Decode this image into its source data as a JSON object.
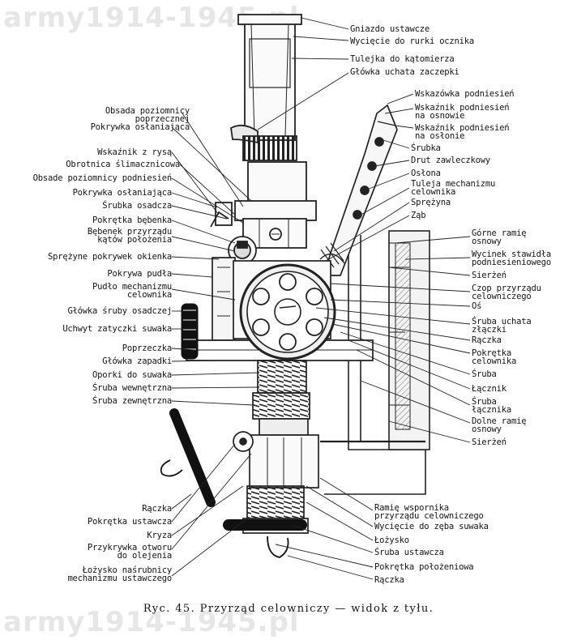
{
  "watermark": "army1914-1945.pl",
  "caption": "Ryc. 45. Przyrząd celowniczy — widok z tyłu.",
  "labels_left": [
    "Obsada poziomnicy\npoprzecznej",
    "Pokrywka osłaniająca",
    "Wskaźnik z rysą",
    "Obrotnica ślimacznicowa",
    "Obsade poziomnicy podniesień",
    "Pokrywka osłaniająca",
    "Śrubka osadcza",
    "Pokrętka bębenka",
    "Bębenek przyrządu\nkątów położenia",
    "Sprężyne pokrywek okienka",
    "Pokrywa pudła",
    "Pudło mechanizmu\ncelownika",
    "Główka śruby osadczej",
    "Uchwyt zatyczki suwaka",
    "Poprzeczka",
    "Główka zapadki",
    "Oporki do suwaka",
    "Śruba wewnętrzna",
    "Śruba zewnętrzna",
    "Rączka",
    "Pokrętka ustawcza",
    "Kryza",
    "Przykrywka otworu\ndo olejenia",
    "Łożysko naśrubnicy\nmechanizmu ustawczego"
  ],
  "labels_right": [
    "Gniazdo ustawcze",
    "Wycięcie do rurki ocznika",
    "Tulejka do kątomierza",
    "Główka uchata zaczepki",
    "Wskazówka podniesień",
    "Wskaźnik podniesień\nna osnowie",
    "Wskaźnik podniesień\nna osłonie",
    "Śrubka",
    "Drut zawleczkowy",
    "Osłona",
    "Tuleja mechanizmu\ncelownika",
    "Sprężyna",
    "Ząb",
    "Górne ramię\nosnowy",
    "Wycinek stawidła\npodniesieniowego",
    "Sierżeń",
    "Czop przyrządu\ncelowniczego",
    "Oś",
    "Śruba uchata\nzłączki",
    "Rączka",
    "Pokrętka\ncelownika",
    "Śruba",
    "Łącznik",
    "Śruba\nłącznika",
    "Dolne ramię\nosnowy",
    "Sierżeń",
    "Ramię wspornika\nprzyrządu celowniczego",
    "Wycięcie do zęba suwaka",
    "Łożysko",
    "Śruba ustawcza",
    "Pokrętka położeniowa",
    "Rączka"
  ]
}
